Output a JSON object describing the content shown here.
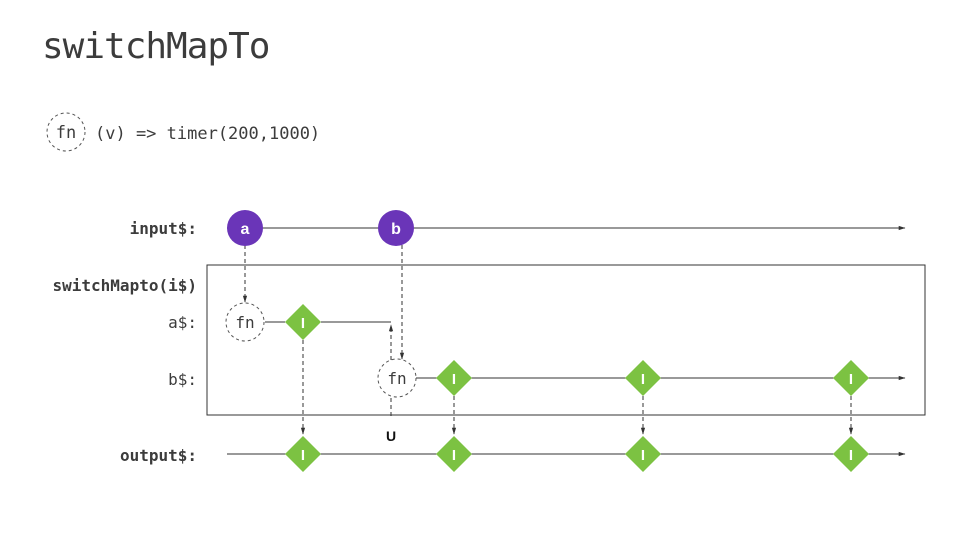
{
  "title": "switchMapTo",
  "legend": {
    "symbol": "fn",
    "text": "(v) => timer(200,1000)"
  },
  "labels": {
    "input": "input$:",
    "operator": "switchMapto(i$)",
    "a": "a$:",
    "b": "b$:",
    "output": "output$:"
  },
  "marbles": {
    "input_a": "a",
    "input_b": "b",
    "fn": "fn",
    "emit": "I",
    "unsubscribe": "U"
  },
  "colors": {
    "purple": "#6a35b8",
    "green": "#7cc242",
    "line": "#333333",
    "text": "#3c3c3c"
  }
}
